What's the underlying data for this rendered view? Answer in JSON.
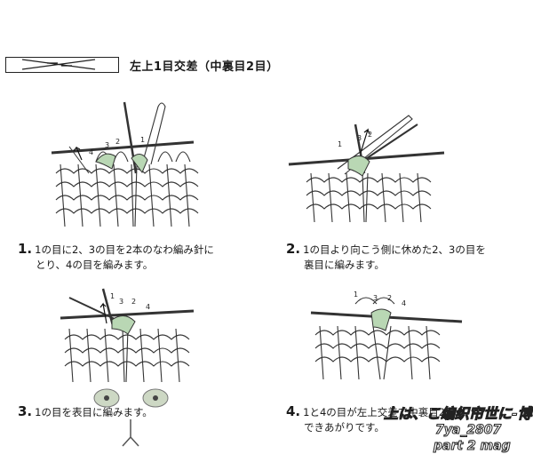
{
  "header": {
    "title": "左上1目交差（中裏目2目）"
  },
  "steps": [
    {
      "num": "1.",
      "line1": "1の目に2、3の目を2本のなわ編み針に",
      "line2": "とり、4の目を編みます。",
      "labels": [
        "4",
        "3",
        "2",
        "1"
      ]
    },
    {
      "num": "2.",
      "line1": "1の目より向こう側に休めた2、3の目を",
      "line2": "裏目に編みます。",
      "labels": [
        "1",
        "3",
        "2"
      ]
    },
    {
      "num": "3.",
      "line1": "1の目を表目に編みます。",
      "line2": "",
      "labels": [
        "1",
        "3",
        "2",
        "4"
      ]
    },
    {
      "num": "4.",
      "line1": "1と4の目が左上交差で中裏目2目が",
      "line2": "できあがりです。",
      "labels": [
        "1",
        "3",
        "2",
        "4"
      ]
    }
  ],
  "watermark": {
    "line1": "上は、こ编织帘世に-博",
    "line2": "7ya_2807",
    "line3": "part 2 mag"
  },
  "colors": {
    "stitch_stroke": "#333333",
    "highlight_yarn": "#b9d7b4",
    "paper": "#ffffff"
  }
}
